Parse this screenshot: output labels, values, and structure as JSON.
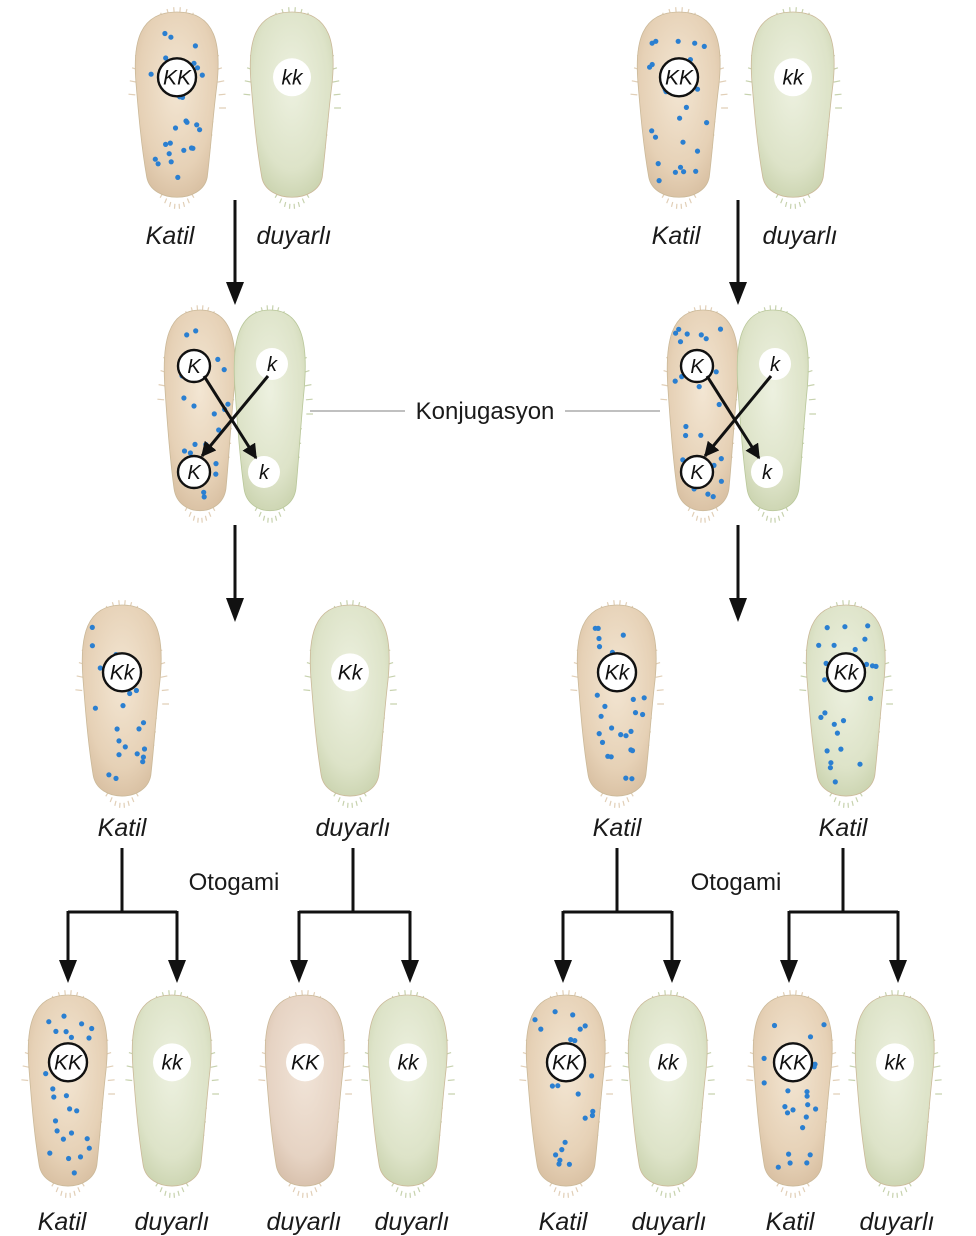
{
  "labels": {
    "katil": "Katil",
    "duyarli": "duyarlı",
    "konjugasyon": "Konjugasyon",
    "otogami": "Otogami"
  },
  "genotypes": {
    "KK": "KK",
    "kk": "kk",
    "Kk": "Kk",
    "K": "K",
    "k": "k"
  },
  "colors": {
    "killer_body": "#e9d6bd",
    "sensitive_body": "#dfe5cc",
    "kappa_dots": "#2a7fd1",
    "cilia_killer": "#d9c3a5",
    "cilia_sensitive": "#b9c79a",
    "arrow": "#111111",
    "guide_line": "#9a9a9a"
  },
  "diagram": {
    "stages": [
      "Katil × duyarlı",
      "Konjugasyon",
      "Katil / duyarlı",
      "Otogami",
      "Katil / duyarlı"
    ]
  }
}
